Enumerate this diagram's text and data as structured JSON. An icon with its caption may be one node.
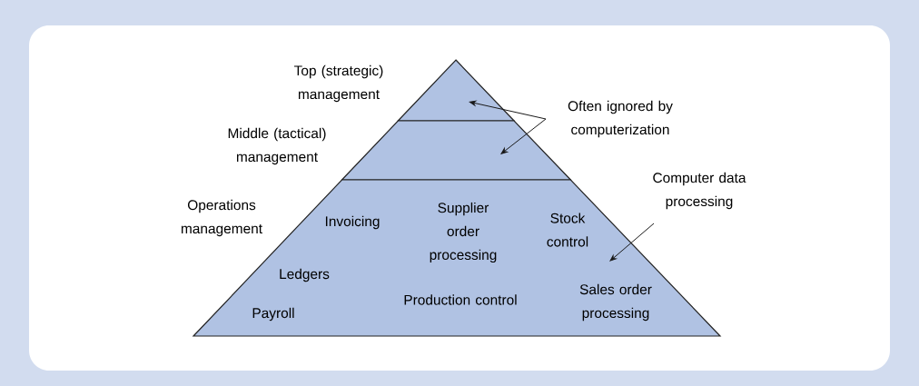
{
  "diagram": {
    "nodes": [
      {
        "text": [],
        "shape": "triangle"
      },
      {
        "text": [],
        "shape": "band"
      },
      {
        "text": [
          "Invoicing",
          "Supplier order processing",
          "Stock control",
          "Ledgers",
          "Payroll",
          "Production control",
          "Sales order processing"
        ]
      },
      {
        "text": [
          "Often ignored by computerization"
        ]
      },
      {
        "text": [
          "Computer data processing"
        ]
      }
    ],
    "edges": [
      {
        "from": 3,
        "to": 0,
        "arrow": "to"
      },
      {
        "from": 3,
        "to": 1,
        "arrow": "to"
      },
      {
        "from": 4,
        "to": 2,
        "arrow": "to"
      }
    ],
    "labels": [
      "Top (strategic) management",
      "Middle (tactical) management",
      "Operations management"
    ]
  }
}
